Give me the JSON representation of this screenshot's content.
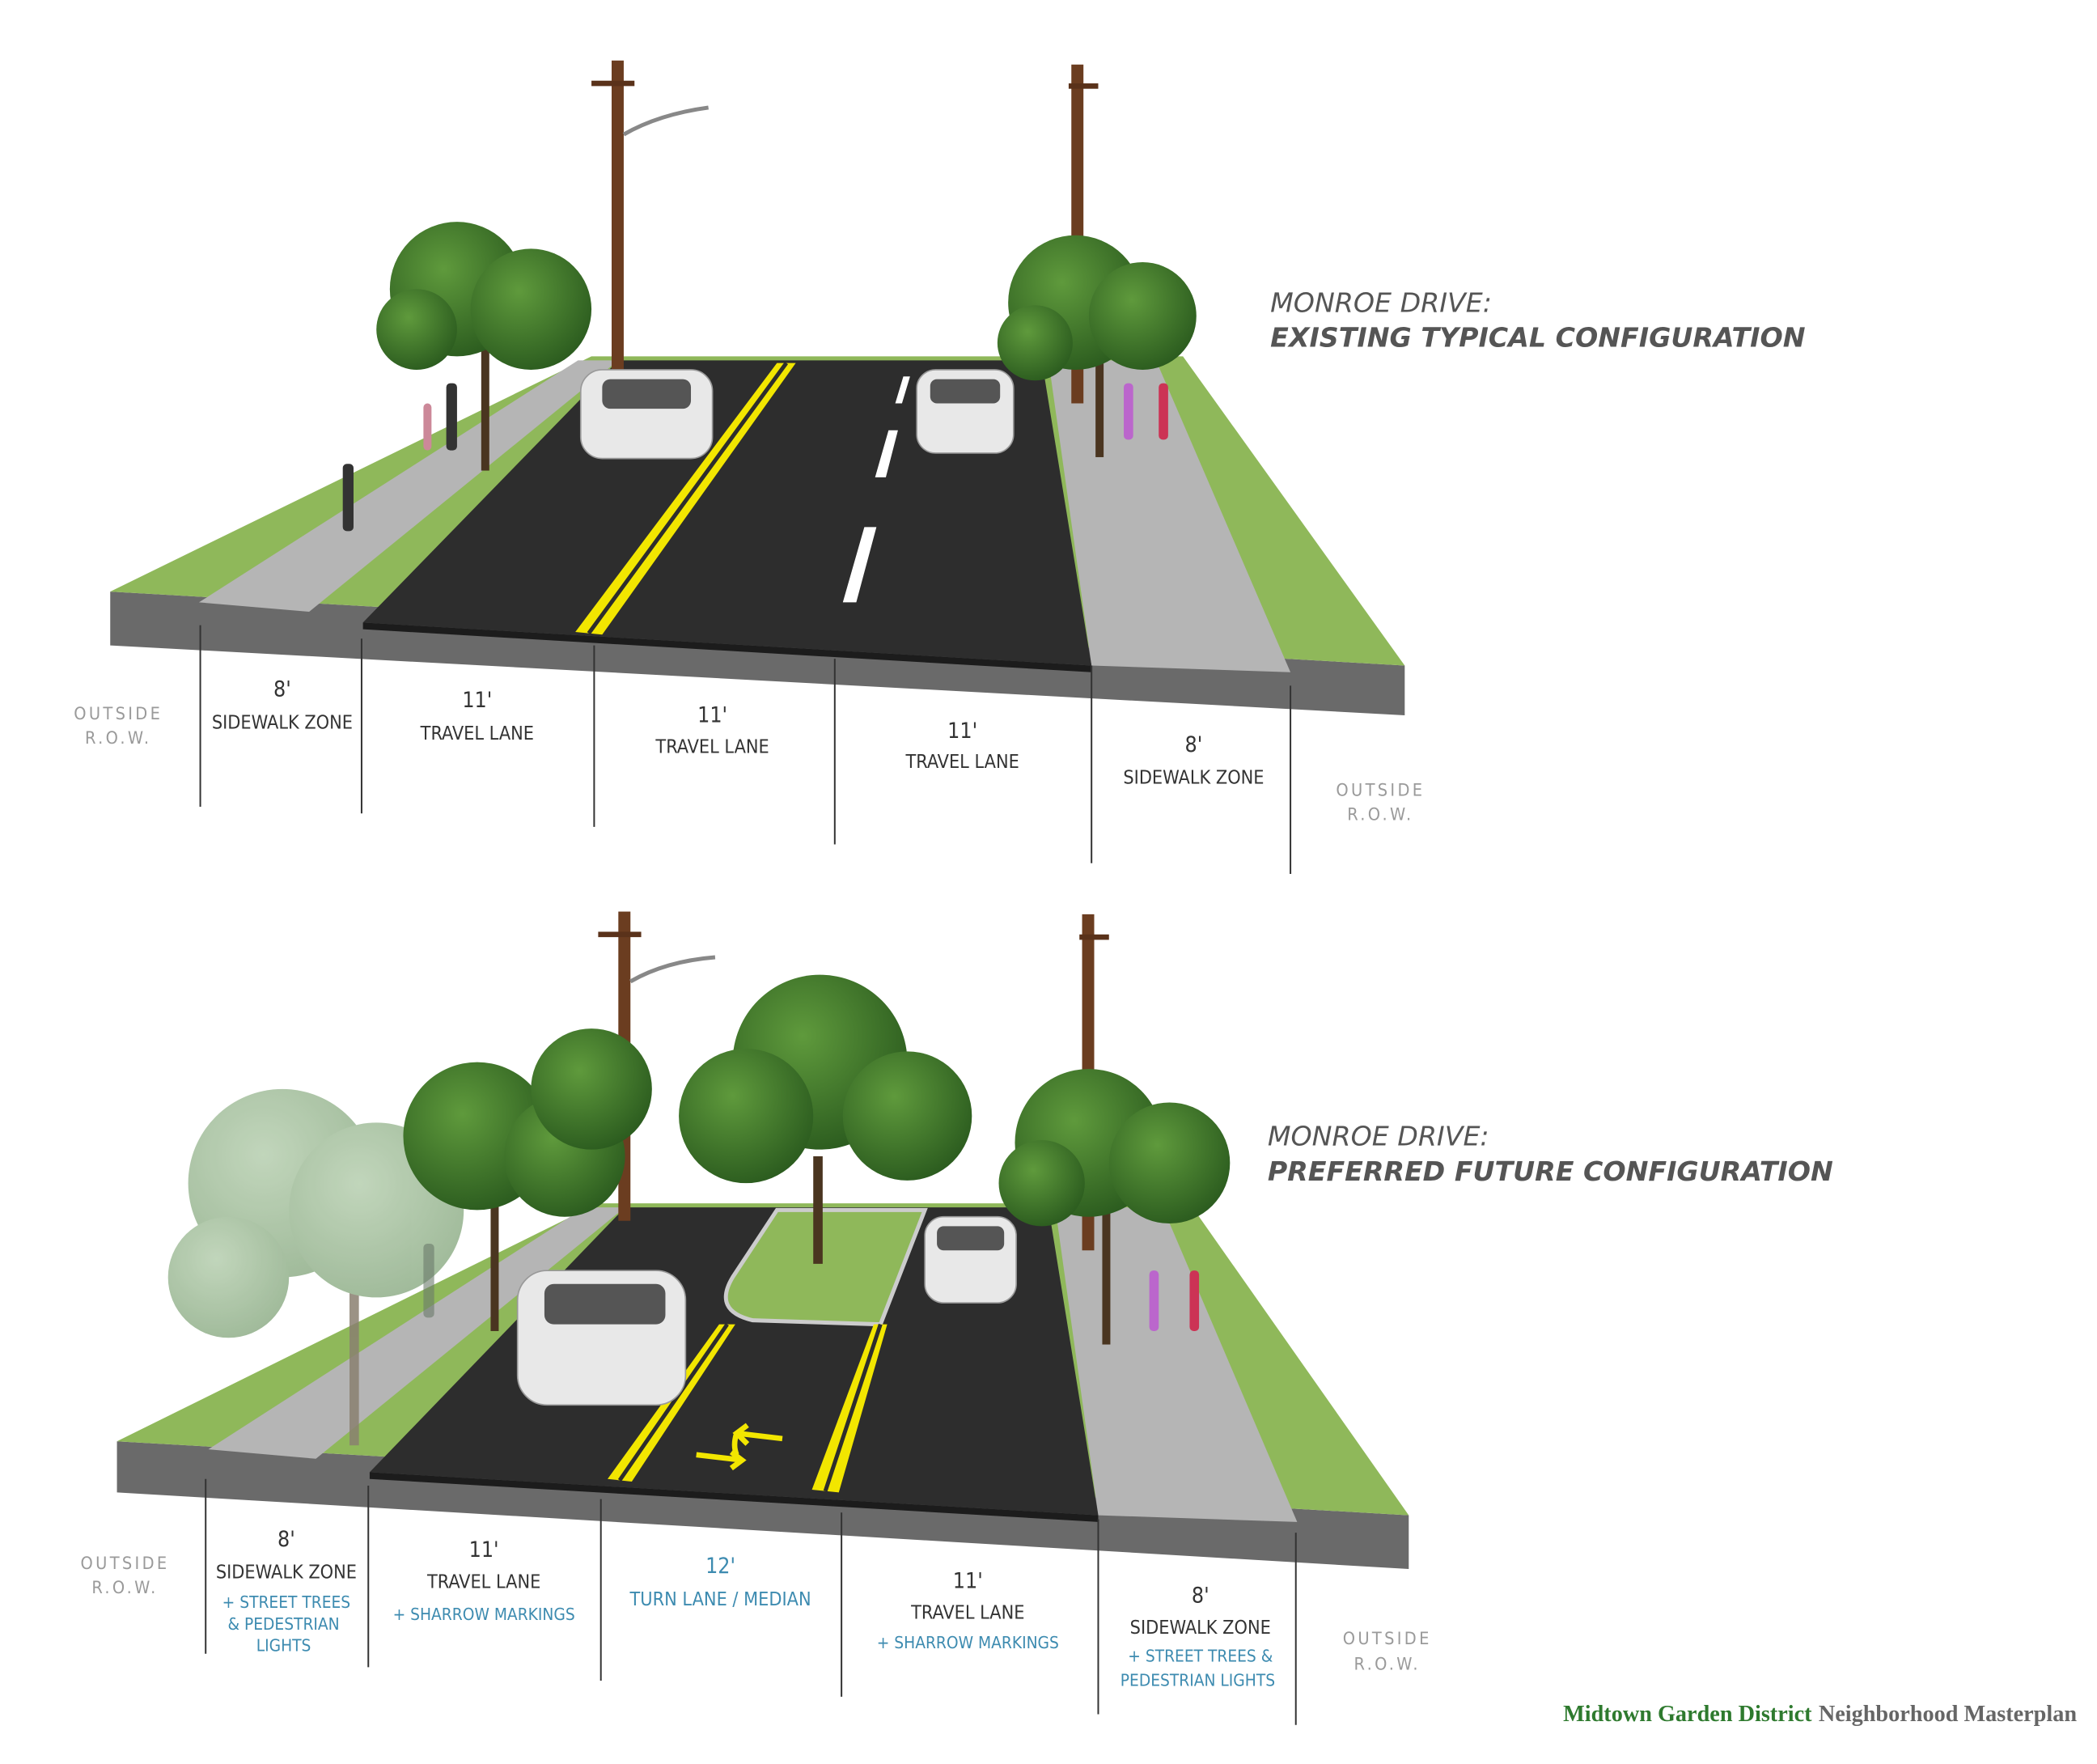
{
  "existing": {
    "title_line1": "MONROE DRIVE:",
    "title_line2": "EXISTING TYPICAL CONFIGURATION",
    "zones": [
      {
        "label": "OUTSIDE",
        "label2": "R.O.W."
      },
      {
        "width": "8'",
        "label": "SIDEWALK ZONE"
      },
      {
        "width": "11'",
        "label": "TRAVEL LANE"
      },
      {
        "width": "11'",
        "label": "TRAVEL LANE"
      },
      {
        "width": "11'",
        "label": "TRAVEL LANE"
      },
      {
        "width": "8'",
        "label": "SIDEWALK ZONE"
      },
      {
        "label": "OUTSIDE",
        "label2": "R.O.W."
      }
    ]
  },
  "future": {
    "title_line1": "MONROE DRIVE:",
    "title_line2": "PREFERRED FUTURE CONFIGURATION",
    "zones": [
      {
        "label": "OUTSIDE",
        "label2": "R.O.W."
      },
      {
        "width": "8'",
        "label": "SIDEWALK ZONE",
        "note1": "+ STREET TREES",
        "note2": "& PEDESTRIAN",
        "note3": "LIGHTS"
      },
      {
        "width": "11'",
        "label": "TRAVEL LANE",
        "note1": "+ SHARROW MARKINGS"
      },
      {
        "width": "12'",
        "label": "TURN LANE / MEDIAN"
      },
      {
        "width": "11'",
        "label": "TRAVEL LANE",
        "note1": "+ SHARROW MARKINGS"
      },
      {
        "width": "8'",
        "label": "SIDEWALK ZONE",
        "note1": "+ STREET TREES &",
        "note2": "PEDESTRIAN LIGHTS"
      },
      {
        "label": "OUTSIDE",
        "label2": "R.O.W."
      }
    ]
  },
  "footer": {
    "part1": "Midtown Garden District",
    "part2": "Neighborhood Masterplan"
  },
  "colors": {
    "asphalt": "#2b2b2b",
    "grass": "#8fb85a",
    "sidewalk": "#b5b5b5",
    "slab": "#6e6e6e",
    "yellow": "#f2e600",
    "note": "#3d8bb0",
    "brand_green": "#2e7a2e"
  }
}
